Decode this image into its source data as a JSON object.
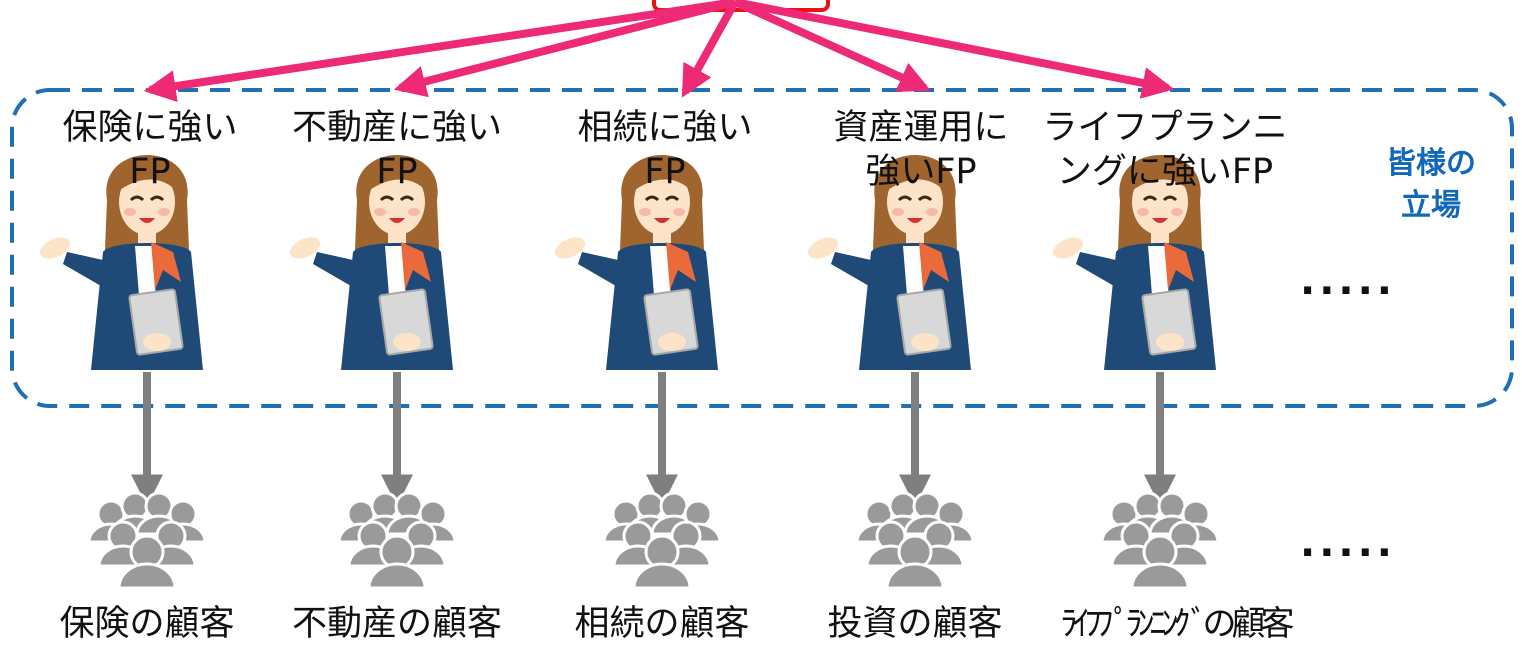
{
  "fp_columns": [
    {
      "fp_label": "保険に強い\nFP",
      "client_label": "保険の顧客"
    },
    {
      "fp_label": "不動産に強い\nFP",
      "client_label": "不動産の顧客"
    },
    {
      "fp_label": "相続に強い\nFP",
      "client_label": "相続の顧客"
    },
    {
      "fp_label": "資産運用に\n強いFP",
      "client_label": "投資の顧客"
    },
    {
      "fp_label": "ライフプランニ\nングに強いFP",
      "client_label": "ﾗｲﾌﾌﾟﾗﾝﾆﾝｸﾞの顧客"
    }
  ],
  "position_note": "皆様の\n立場",
  "ellipsis_fp": ".....",
  "ellipsis_clients": ".....",
  "colors": {
    "pink_arrow": "#ee2a77",
    "dashed_border": "#1f6fb5",
    "grey_arrow": "#7f7f7f",
    "client_group": "#9a9a9a",
    "note_text": "#1268b8",
    "blazer": "#1f4a78",
    "hair": "#a0652e",
    "skin": "#fde3c8",
    "scarf": "#ea6a3c"
  },
  "icons": {
    "fp_person": "businesswoman-icon",
    "client_group": "people-group-icon"
  }
}
